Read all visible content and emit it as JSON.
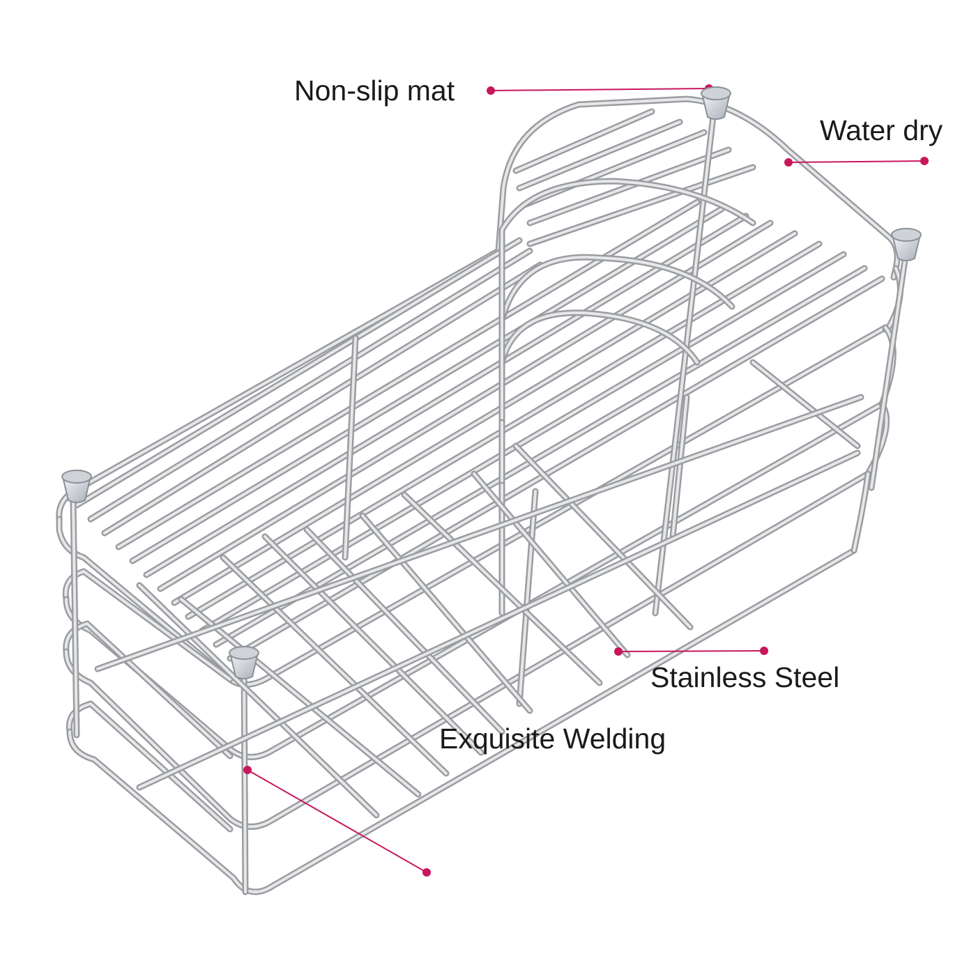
{
  "colors": {
    "background": "#ffffff",
    "wire": "#9a9ca0",
    "wire_highlight": "#e6e7e9",
    "callout": "#c8175d",
    "foot": "#cfd3d8",
    "label_text": "#1a1a1a"
  },
  "callouts": {
    "non_slip_mat": "Non-slip mat",
    "water_dry": "Water dry",
    "stainless_steel": "Stainless Steel",
    "exquisite_welding": "Exquisite Welding"
  }
}
